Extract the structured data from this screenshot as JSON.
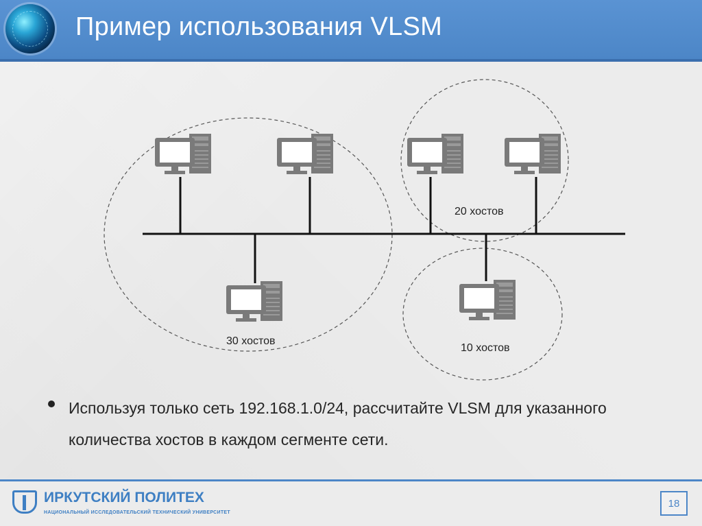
{
  "slide": {
    "title": "Пример использования VLSM",
    "page_number": "18"
  },
  "diagram": {
    "segments": [
      {
        "hosts_label": "30 хостов"
      },
      {
        "hosts_label": "20 хостов"
      },
      {
        "hosts_label": "10 хостов"
      }
    ]
  },
  "bullet": {
    "text": "Используя только сеть 192.168.1.0/24, рассчитайте VLSM для указанного количества хостов в каждом сегменте сети."
  },
  "footer": {
    "brand": "ИРКУТСКИЙ ПОЛИТЕХ",
    "brand_subtitle": "НАЦИОНАЛЬНЫЙ ИССЛЕДОВАТЕЛЬСКИЙ ТЕХНИЧЕСКИЙ УНИВЕРСИТЕТ"
  },
  "colors": {
    "header_blue": "#4c86c7",
    "brand_blue": "#3e7fc3",
    "computer_gray": "#7a7a7a"
  }
}
